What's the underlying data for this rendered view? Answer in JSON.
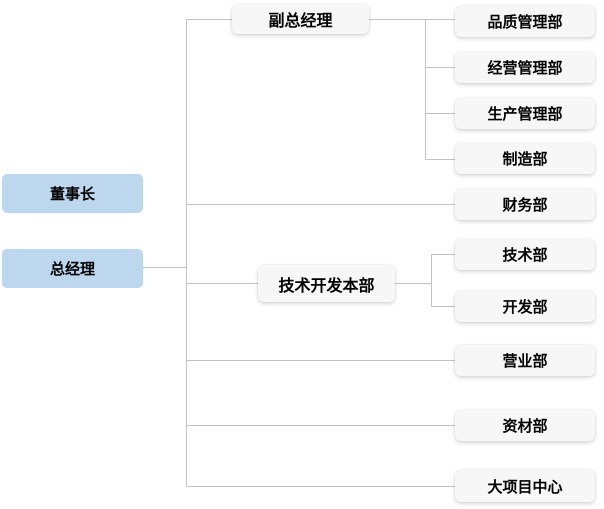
{
  "colors": {
    "executive_box_fill": "#bdd7ee",
    "department_box_fill": "#f7f7f7",
    "connector_line": "#c3c3c3",
    "text": "#000000",
    "background": "#ffffff"
  },
  "nodes": {
    "chairman": {
      "label": "董事长"
    },
    "general_manager": {
      "label": "总经理"
    },
    "deputy_gm": {
      "label": "副总经理"
    },
    "tech_dev_hq": {
      "label": "技术开发本部"
    },
    "quality_mgmt": {
      "label": "品质管理部"
    },
    "business_mgmt": {
      "label": "经营管理部"
    },
    "production_mgmt": {
      "label": "生产管理部"
    },
    "manufacturing": {
      "label": "制造部"
    },
    "finance": {
      "label": "财务部"
    },
    "technology": {
      "label": "技术部"
    },
    "development": {
      "label": "开发部"
    },
    "sales": {
      "label": "营业部"
    },
    "materials": {
      "label": "资材部"
    },
    "major_projects": {
      "label": "大项目中心"
    }
  },
  "hierarchy": {
    "standalone": [
      "董事长"
    ],
    "edges": [
      [
        "总经理",
        "副总经理"
      ],
      [
        "总经理",
        "财务部"
      ],
      [
        "总经理",
        "技术开发本部"
      ],
      [
        "总经理",
        "营业部"
      ],
      [
        "总经理",
        "资材部"
      ],
      [
        "总经理",
        "大项目中心"
      ],
      [
        "副总经理",
        "品质管理部"
      ],
      [
        "副总经理",
        "经营管理部"
      ],
      [
        "副总经理",
        "生产管理部"
      ],
      [
        "副总经理",
        "制造部"
      ],
      [
        "技术开发本部",
        "技术部"
      ],
      [
        "技术开发本部",
        "开发部"
      ]
    ]
  }
}
